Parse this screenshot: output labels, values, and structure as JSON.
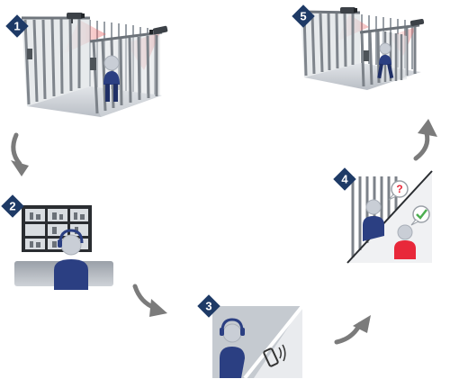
{
  "steps": [
    {
      "number": "1",
      "icon": "gated-entrance-person-approaching-icon"
    },
    {
      "number": "2",
      "icon": "security-operator-monitors-icon"
    },
    {
      "number": "3",
      "icon": "operator-headset-and-phone-icon"
    },
    {
      "number": "4",
      "icon": "identity-verification-icon"
    },
    {
      "number": "5",
      "icon": "gate-open-person-entering-icon"
    }
  ],
  "arrows": [
    "arrow-1-to-2",
    "arrow-2-to-3",
    "arrow-3-to-4",
    "arrow-4-to-5"
  ],
  "colors": {
    "badge": "#1e3a66",
    "person": "#2b3f82",
    "person_head": "#c9ced6",
    "gate": "#8a9097",
    "gate_light": "#c7ccd2",
    "laser": "#e86a6a",
    "arrow": "#7b7b7b",
    "panel": "#b8bec6",
    "alert_red": "#e8283a",
    "check_green": "#4caf50"
  }
}
